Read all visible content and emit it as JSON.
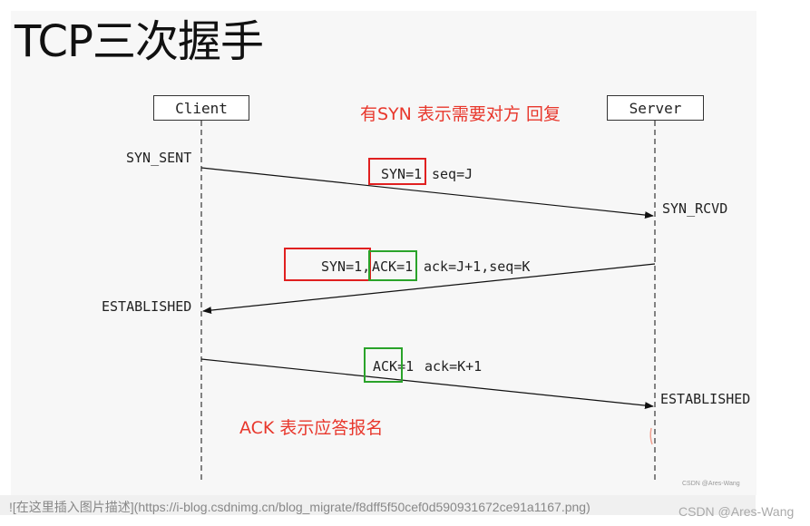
{
  "title": "TCP三次握手",
  "nodes": {
    "client": "Client",
    "server": "Server"
  },
  "states": {
    "client_syn_sent": "SYN_SENT",
    "server_syn_rcvd": "SYN_RCVD",
    "client_established": "ESTABLISHED",
    "server_established": "ESTABLISHED"
  },
  "messages": {
    "msg1_flag": "SYN=1",
    "msg1_rest": "seq=J",
    "msg2_flag_syn": "SYN=1,",
    "msg2_flag_ack": "ACK=1",
    "msg2_rest": "ack=J+1,seq=K",
    "msg3_flag": "ACK=1",
    "msg3_rest": "ack=K+1"
  },
  "notes": {
    "syn_note": "有SYN  表示需要对方 回复",
    "ack_note": "ACK 表示应答报名"
  },
  "colors": {
    "note_red": "#e8372c",
    "highlight_red": "#e02020",
    "highlight_green": "#2aa32a"
  },
  "footer": {
    "image_alt": "![在这里插入图片描述](https://i-blog.csdnimg.cn/blog_migrate/f8dff5f50cef0d590931672ce91a1167.png)",
    "watermark_small": "CSDN @Ares-Wang",
    "watermark": "CSDN @Ares-Wang"
  }
}
